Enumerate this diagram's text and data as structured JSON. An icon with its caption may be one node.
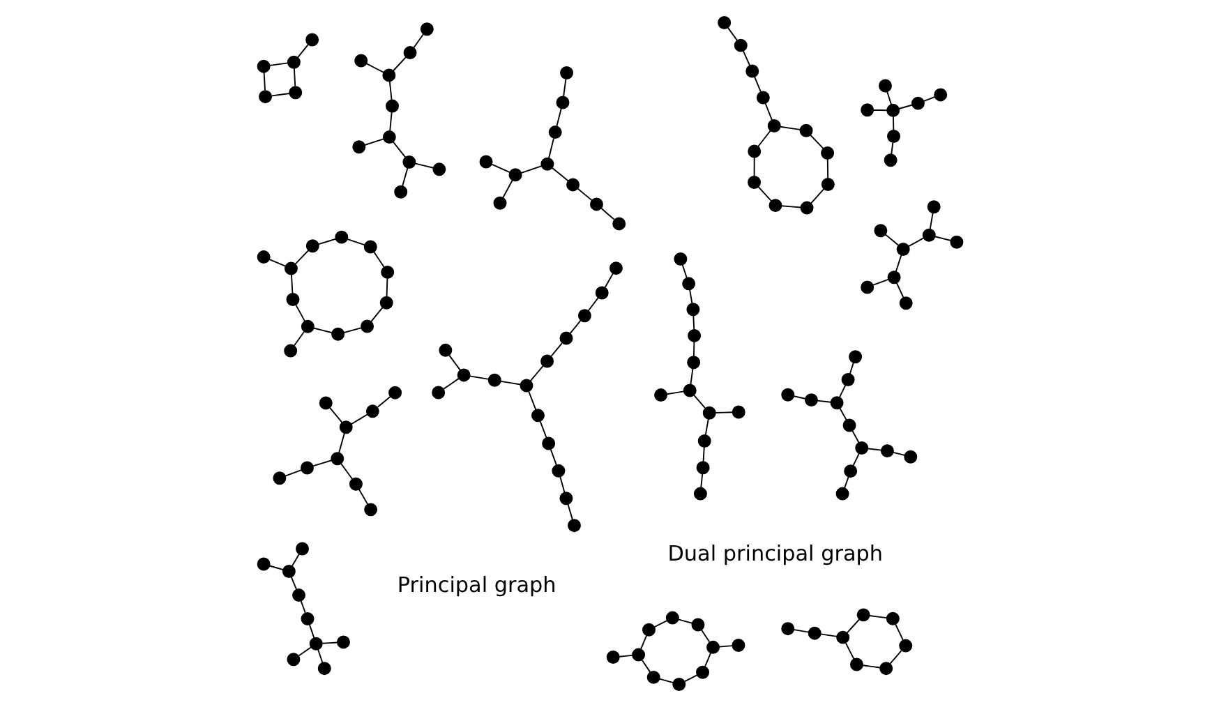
{
  "diagram": {
    "nodes": [
      {
        "text": [],
        "shape": "circle"
      },
      {
        "text": [],
        "shape": "circle"
      },
      {
        "text": [],
        "shape": "circle"
      },
      {
        "text": [],
        "shape": "circle"
      },
      {
        "text": [],
        "shape": "circle"
      },
      {
        "text": [],
        "shape": "circle"
      },
      {
        "text": [],
        "shape": "circle"
      },
      {
        "text": [],
        "shape": "circle"
      },
      {
        "text": [],
        "shape": "circle"
      },
      {
        "text": [],
        "shape": "circle"
      },
      {
        "text": [],
        "shape": "circle"
      },
      {
        "text": [],
        "shape": "circle"
      },
      {
        "text": [],
        "shape": "circle"
      },
      {
        "text": [],
        "shape": "circle"
      },
      {
        "text": [],
        "shape": "circle"
      },
      {
        "text": [],
        "shape": "circle"
      },
      {
        "text": [],
        "shape": "circle"
      },
      {
        "text": [],
        "shape": "circle"
      },
      {
        "text": [],
        "shape": "circle"
      },
      {
        "text": [],
        "shape": "circle"
      },
      {
        "text": [],
        "shape": "circle"
      },
      {
        "text": [],
        "shape": "circle"
      },
      {
        "text": [],
        "shape": "circle"
      },
      {
        "text": [],
        "shape": "circle"
      },
      {
        "text": [],
        "shape": "circle"
      },
      {
        "text": [],
        "shape": "circle"
      },
      {
        "text": [],
        "shape": "circle"
      },
      {
        "text": [],
        "shape": "circle"
      },
      {
        "text": [],
        "shape": "circle"
      },
      {
        "text": [],
        "shape": "circle"
      },
      {
        "text": [],
        "shape": "circle"
      },
      {
        "text": [],
        "shape": "circle"
      },
      {
        "text": [],
        "shape": "circle"
      },
      {
        "text": [],
        "shape": "circle"
      },
      {
        "text": [],
        "shape": "circle"
      },
      {
        "text": [],
        "shape": "circle"
      },
      {
        "text": [],
        "shape": "circle"
      },
      {
        "text": [],
        "shape": "circle"
      },
      {
        "text": [],
        "shape": "circle"
      },
      {
        "text": [],
        "shape": "circle"
      },
      {
        "text": [],
        "shape": "circle"
      },
      {
        "text": [],
        "shape": "circle"
      },
      {
        "text": [],
        "shape": "circle"
      },
      {
        "text": [],
        "shape": "circle"
      },
      {
        "text": [],
        "shape": "circle"
      },
      {
        "text": [],
        "shape": "circle"
      },
      {
        "text": [],
        "shape": "circle"
      },
      {
        "text": [],
        "shape": "circle"
      },
      {
        "text": [],
        "shape": "circle"
      },
      {
        "text": [],
        "shape": "circle"
      },
      {
        "text": [],
        "shape": "circle"
      },
      {
        "text": [],
        "shape": "circle"
      },
      {
        "text": [],
        "shape": "circle"
      },
      {
        "text": [],
        "shape": "circle"
      },
      {
        "text": [],
        "shape": "circle"
      },
      {
        "text": [],
        "shape": "circle"
      },
      {
        "text": [],
        "shape": "circle"
      },
      {
        "text": [],
        "shape": "circle"
      },
      {
        "text": [],
        "shape": "circle"
      },
      {
        "text": [],
        "shape": "circle"
      },
      {
        "text": [],
        "shape": "circle"
      },
      {
        "text": [],
        "shape": "circle"
      },
      {
        "text": [],
        "shape": "circle"
      },
      {
        "text": [],
        "shape": "circle"
      },
      {
        "text": [],
        "shape": "circle"
      },
      {
        "text": [],
        "shape": "circle"
      },
      {
        "text": [],
        "shape": "circle"
      },
      {
        "text": [],
        "shape": "circle"
      },
      {
        "text": [],
        "shape": "circle"
      },
      {
        "text": [],
        "shape": "circle"
      },
      {
        "text": [],
        "shape": "circle"
      },
      {
        "text": [],
        "shape": "circle"
      },
      {
        "text": [],
        "shape": "circle"
      },
      {
        "text": [],
        "shape": "circle"
      },
      {
        "text": [],
        "shape": "circle"
      },
      {
        "text": [],
        "shape": "circle"
      },
      {
        "text": [],
        "shape": "circle"
      },
      {
        "text": [],
        "shape": "circle"
      },
      {
        "text": [],
        "shape": "circle"
      },
      {
        "text": [],
        "shape": "circle"
      },
      {
        "text": [],
        "shape": "circle"
      },
      {
        "text": [],
        "shape": "circle"
      },
      {
        "text": [],
        "shape": "circle"
      },
      {
        "text": [],
        "shape": "circle"
      },
      {
        "text": [],
        "shape": "circle"
      },
      {
        "text": [],
        "shape": "circle"
      },
      {
        "text": [],
        "shape": "circle"
      },
      {
        "text": [],
        "shape": "circle"
      },
      {
        "text": [],
        "shape": "circle"
      },
      {
        "text": [],
        "shape": "circle"
      },
      {
        "text": [],
        "shape": "circle"
      },
      {
        "text": [],
        "shape": "circle"
      },
      {
        "text": [],
        "shape": "circle"
      },
      {
        "text": [],
        "shape": "circle"
      },
      {
        "text": [],
        "shape": "circle"
      },
      {
        "text": [],
        "shape": "circle"
      },
      {
        "text": [],
        "shape": "circle"
      },
      {
        "text": [],
        "shape": "circle"
      },
      {
        "text": [],
        "shape": "circle"
      },
      {
        "text": [],
        "shape": "circle"
      },
      {
        "text": [],
        "shape": "circle"
      },
      {
        "text": [],
        "shape": "circle"
      },
      {
        "text": [],
        "shape": "circle"
      },
      {
        "text": [],
        "shape": "circle"
      },
      {
        "text": [],
        "shape": "circle"
      },
      {
        "text": [],
        "shape": "circle"
      },
      {
        "text": [],
        "shape": "circle"
      },
      {
        "text": [],
        "shape": "circle"
      },
      {
        "text": [],
        "shape": "circle"
      },
      {
        "text": [],
        "shape": "circle"
      },
      {
        "text": [],
        "shape": "circle"
      },
      {
        "text": [],
        "shape": "circle"
      },
      {
        "text": [],
        "shape": "circle"
      },
      {
        "text": [],
        "shape": "circle"
      },
      {
        "text": [],
        "shape": "circle"
      },
      {
        "text": [],
        "shape": "circle"
      },
      {
        "text": [],
        "shape": "circle"
      },
      {
        "text": [],
        "shape": "circle"
      },
      {
        "text": [],
        "shape": "circle"
      },
      {
        "text": [],
        "shape": "circle"
      },
      {
        "text": [],
        "shape": "circle"
      },
      {
        "text": [],
        "shape": "circle"
      },
      {
        "text": [],
        "shape": "circle"
      },
      {
        "text": [],
        "shape": "circle"
      },
      {
        "text": [],
        "shape": "circle"
      },
      {
        "text": [],
        "shape": "circle"
      },
      {
        "text": [],
        "shape": "circle"
      },
      {
        "text": [],
        "shape": "circle"
      },
      {
        "text": [],
        "shape": "circle"
      },
      {
        "text": [],
        "shape": "circle"
      },
      {
        "text": [],
        "shape": "circle"
      },
      {
        "text": [],
        "shape": "circle"
      },
      {
        "text": [],
        "shape": "circle"
      },
      {
        "text": [],
        "shape": "circle"
      },
      {
        "text": [],
        "shape": "circle"
      },
      {
        "text": [],
        "shape": "circle"
      },
      {
        "text": [],
        "shape": "circle"
      },
      {
        "text": [],
        "shape": "circle"
      }
    ],
    "edges": [
      {
        "from": 0,
        "to": 1,
        "arrow": "none"
      },
      {
        "from": 1,
        "to": 2,
        "arrow": "none"
      },
      {
        "from": 2,
        "to": 3,
        "arrow": "none"
      },
      {
        "from": 4,
        "to": 5,
        "arrow": "none"
      },
      {
        "from": 5,
        "to": 2,
        "arrow": "none"
      },
      {
        "from": 2,
        "to": 6,
        "arrow": "none"
      },
      {
        "from": 7,
        "to": 8,
        "arrow": "none"
      },
      {
        "from": 13,
        "to": 8,
        "arrow": "none"
      },
      {
        "from": 8,
        "to": 9,
        "arrow": "none"
      },
      {
        "from": 9,
        "to": 10,
        "arrow": "none"
      },
      {
        "from": 10,
        "to": 11,
        "arrow": "none"
      },
      {
        "from": 11,
        "to": 12,
        "arrow": "none"
      },
      {
        "from": 9,
        "to": 14,
        "arrow": "none"
      },
      {
        "from": 14,
        "to": 15,
        "arrow": "none"
      },
      {
        "from": 15,
        "to": 16,
        "arrow": "none"
      },
      {
        "from": 17,
        "to": 18,
        "arrow": "none"
      },
      {
        "from": 18,
        "to": 19,
        "arrow": "none"
      },
      {
        "from": 19,
        "to": 20,
        "arrow": "none"
      },
      {
        "from": 20,
        "to": 21,
        "arrow": "none"
      },
      {
        "from": 21,
        "to": 22,
        "arrow": "none"
      },
      {
        "from": 19,
        "to": 23,
        "arrow": "none"
      },
      {
        "from": 23,
        "to": 24,
        "arrow": "none"
      },
      {
        "from": 24,
        "to": 22,
        "arrow": "none"
      },
      {
        "from": 25,
        "to": 27,
        "arrow": "none"
      },
      {
        "from": 26,
        "to": 27,
        "arrow": "none"
      },
      {
        "from": 27,
        "to": 28,
        "arrow": "none"
      },
      {
        "from": 28,
        "to": 29,
        "arrow": "none"
      },
      {
        "from": 29,
        "to": 30,
        "arrow": "none"
      },
      {
        "from": 30,
        "to": 31,
        "arrow": "none"
      },
      {
        "from": 30,
        "to": 32,
        "arrow": "none"
      },
      {
        "from": 30,
        "to": 33,
        "arrow": "none"
      },
      {
        "from": 34,
        "to": 35,
        "arrow": "none"
      },
      {
        "from": 35,
        "to": 36,
        "arrow": "none"
      },
      {
        "from": 36,
        "to": 37,
        "arrow": "none"
      },
      {
        "from": 37,
        "to": 38,
        "arrow": "none"
      },
      {
        "from": 38,
        "to": 39,
        "arrow": "none"
      },
      {
        "from": 39,
        "to": 40,
        "arrow": "none"
      },
      {
        "from": 40,
        "to": 41,
        "arrow": "none"
      },
      {
        "from": 41,
        "to": 42,
        "arrow": "none"
      },
      {
        "from": 42,
        "to": 43,
        "arrow": "none"
      },
      {
        "from": 43,
        "to": 44,
        "arrow": "none"
      },
      {
        "from": 44,
        "to": 35,
        "arrow": "none"
      },
      {
        "from": 43,
        "to": 45,
        "arrow": "none"
      },
      {
        "from": 46,
        "to": 47,
        "arrow": "none"
      },
      {
        "from": 47,
        "to": 48,
        "arrow": "none"
      },
      {
        "from": 48,
        "to": 49,
        "arrow": "none"
      },
      {
        "from": 49,
        "to": 50,
        "arrow": "none"
      },
      {
        "from": 50,
        "to": 51,
        "arrow": "none"
      },
      {
        "from": 51,
        "to": 52,
        "arrow": "none"
      },
      {
        "from": 52,
        "to": 53,
        "arrow": "none"
      },
      {
        "from": 53,
        "to": 54,
        "arrow": "none"
      },
      {
        "from": 54,
        "to": 55,
        "arrow": "none"
      },
      {
        "from": 55,
        "to": 56,
        "arrow": "none"
      },
      {
        "from": 56,
        "to": 57,
        "arrow": "none"
      },
      {
        "from": 57,
        "to": 50,
        "arrow": "none"
      },
      {
        "from": 58,
        "to": 61,
        "arrow": "none"
      },
      {
        "from": 59,
        "to": 60,
        "arrow": "none"
      },
      {
        "from": 60,
        "to": 61,
        "arrow": "none"
      },
      {
        "from": 61,
        "to": 62,
        "arrow": "none"
      },
      {
        "from": 62,
        "to": 63,
        "arrow": "none"
      },
      {
        "from": 63,
        "to": 64,
        "arrow": "none"
      },
      {
        "from": 62,
        "to": 65,
        "arrow": "none"
      },
      {
        "from": 65,
        "to": 66,
        "arrow": "none"
      },
      {
        "from": 67,
        "to": 68,
        "arrow": "none"
      },
      {
        "from": 68,
        "to": 71,
        "arrow": "none"
      },
      {
        "from": 69,
        "to": 70,
        "arrow": "none"
      },
      {
        "from": 70,
        "to": 71,
        "arrow": "none"
      },
      {
        "from": 71,
        "to": 72,
        "arrow": "none"
      },
      {
        "from": 72,
        "to": 73,
        "arrow": "none"
      },
      {
        "from": 73,
        "to": 74,
        "arrow": "none"
      },
      {
        "from": 74,
        "to": 75,
        "arrow": "none"
      },
      {
        "from": 73,
        "to": 76,
        "arrow": "none"
      },
      {
        "from": 76,
        "to": 77,
        "arrow": "none"
      },
      {
        "from": 78,
        "to": 81,
        "arrow": "none"
      },
      {
        "from": 79,
        "to": 80,
        "arrow": "none"
      },
      {
        "from": 80,
        "to": 81,
        "arrow": "none"
      },
      {
        "from": 81,
        "to": 82,
        "arrow": "none"
      },
      {
        "from": 82,
        "to": 83,
        "arrow": "none"
      },
      {
        "from": 84,
        "to": 83,
        "arrow": "none"
      },
      {
        "from": 83,
        "to": 85,
        "arrow": "none"
      },
      {
        "from": 85,
        "to": 86,
        "arrow": "none"
      },
      {
        "from": 85,
        "to": 87,
        "arrow": "none"
      },
      {
        "from": 88,
        "to": 89,
        "arrow": "none"
      },
      {
        "from": 89,
        "to": 90,
        "arrow": "none"
      },
      {
        "from": 90,
        "to": 91,
        "arrow": "none"
      },
      {
        "from": 91,
        "to": 92,
        "arrow": "none"
      },
      {
        "from": 92,
        "to": 93,
        "arrow": "none"
      },
      {
        "from": 93,
        "to": 94,
        "arrow": "none"
      },
      {
        "from": 94,
        "to": 95,
        "arrow": "none"
      },
      {
        "from": 95,
        "to": 96,
        "arrow": "none"
      },
      {
        "from": 96,
        "to": 89,
        "arrow": "none"
      },
      {
        "from": 93,
        "to": 97,
        "arrow": "none"
      },
      {
        "from": 98,
        "to": 99,
        "arrow": "none"
      },
      {
        "from": 99,
        "to": 101,
        "arrow": "none"
      },
      {
        "from": 98,
        "to": 100,
        "arrow": "none"
      },
      {
        "from": 100,
        "to": 101,
        "arrow": "none"
      },
      {
        "from": 101,
        "to": 102,
        "arrow": "none"
      },
      {
        "from": 104,
        "to": 106,
        "arrow": "none"
      },
      {
        "from": 105,
        "to": 106,
        "arrow": "none"
      },
      {
        "from": 106,
        "to": 107,
        "arrow": "none"
      },
      {
        "from": 103,
        "to": 107,
        "arrow": "none"
      },
      {
        "from": 107,
        "to": 108,
        "arrow": "none"
      },
      {
        "from": 108,
        "to": 109,
        "arrow": "none"
      },
      {
        "from": 108,
        "to": 110,
        "arrow": "none"
      },
      {
        "from": 111,
        "to": 113,
        "arrow": "none"
      },
      {
        "from": 112,
        "to": 113,
        "arrow": "none"
      },
      {
        "from": 113,
        "to": 114,
        "arrow": "none"
      },
      {
        "from": 114,
        "to": 120,
        "arrow": "none"
      },
      {
        "from": 115,
        "to": 116,
        "arrow": "none"
      },
      {
        "from": 116,
        "to": 117,
        "arrow": "none"
      },
      {
        "from": 117,
        "to": 118,
        "arrow": "none"
      },
      {
        "from": 118,
        "to": 119,
        "arrow": "none"
      },
      {
        "from": 119,
        "to": 120,
        "arrow": "none"
      },
      {
        "from": 120,
        "to": 121,
        "arrow": "none"
      },
      {
        "from": 121,
        "to": 122,
        "arrow": "none"
      },
      {
        "from": 122,
        "to": 123,
        "arrow": "none"
      },
      {
        "from": 123,
        "to": 124,
        "arrow": "none"
      },
      {
        "from": 124,
        "to": 125,
        "arrow": "none"
      },
      {
        "from": 128,
        "to": 129,
        "arrow": "none"
      },
      {
        "from": 129,
        "to": 130,
        "arrow": "none"
      },
      {
        "from": 130,
        "to": 131,
        "arrow": "none"
      },
      {
        "from": 131,
        "to": 132,
        "arrow": "none"
      },
      {
        "from": 132,
        "to": 133,
        "arrow": "none"
      },
      {
        "from": 133,
        "to": 134,
        "arrow": "none"
      },
      {
        "from": 134,
        "to": 135,
        "arrow": "none"
      },
      {
        "from": 135,
        "to": 136,
        "arrow": "none"
      },
      {
        "from": 136,
        "to": 137,
        "arrow": "none"
      },
      {
        "from": 126,
        "to": 133,
        "arrow": "none"
      },
      {
        "from": 127,
        "to": 134,
        "arrow": "none"
      }
    ],
    "labels": [
      "Principal graph",
      "Dual principal graph"
    ]
  }
}
